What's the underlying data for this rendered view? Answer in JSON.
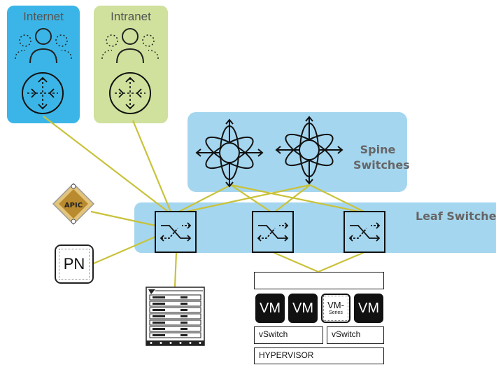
{
  "internet": {
    "title": "Internet"
  },
  "intranet": {
    "title": "Intranet"
  },
  "spine": {
    "label_line1": "Spine",
    "label_line2": "Switches"
  },
  "leaf": {
    "label": "Leaf Switches"
  },
  "apic": {
    "label": "APIC"
  },
  "pn": {
    "label": "PN"
  },
  "hypervisor": {
    "vms": [
      "VM",
      "VM",
      "VM"
    ],
    "vm_series": {
      "line1": "VM-",
      "line2": "Series"
    },
    "vswitch_left": "vSwitch",
    "vswitch_right": "vSwitch",
    "hypervisor_label": "HYPERVISOR"
  },
  "colors": {
    "internet_panel": "#3bb5e7",
    "intranet_panel": "#cfe19c",
    "fabric_panel": "#a5d6ef",
    "link_line": "#c9c23a"
  }
}
